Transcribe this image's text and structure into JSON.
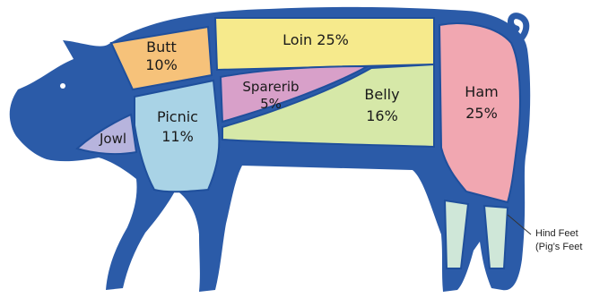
{
  "colors": {
    "body": "#2b5ba8",
    "outline": "#1f4f9c",
    "butt": "#f6c27a",
    "loin": "#f6ea8c",
    "sparerib": "#d8a0c9",
    "belly": "#d6e8a8",
    "ham": "#f1a7b1",
    "picnic": "#a9d3e6",
    "jowl": "#b7b4dd",
    "feet": "#cfe7d8"
  },
  "cuts": {
    "butt": {
      "name": "Butt",
      "pct": "10%"
    },
    "loin": {
      "name": "Loin 25%"
    },
    "sparerib": {
      "name": "Sparerib",
      "pct": "5%"
    },
    "belly": {
      "name": "Belly",
      "pct": "16%"
    },
    "ham": {
      "name": "Ham",
      "pct": "25%"
    },
    "picnic": {
      "name": "Picnic",
      "pct": "11%"
    },
    "jowl": {
      "name": "Jowl"
    }
  },
  "hind_feet": {
    "line1": "Hind Feet",
    "line2": "(Pig’s Feet"
  }
}
